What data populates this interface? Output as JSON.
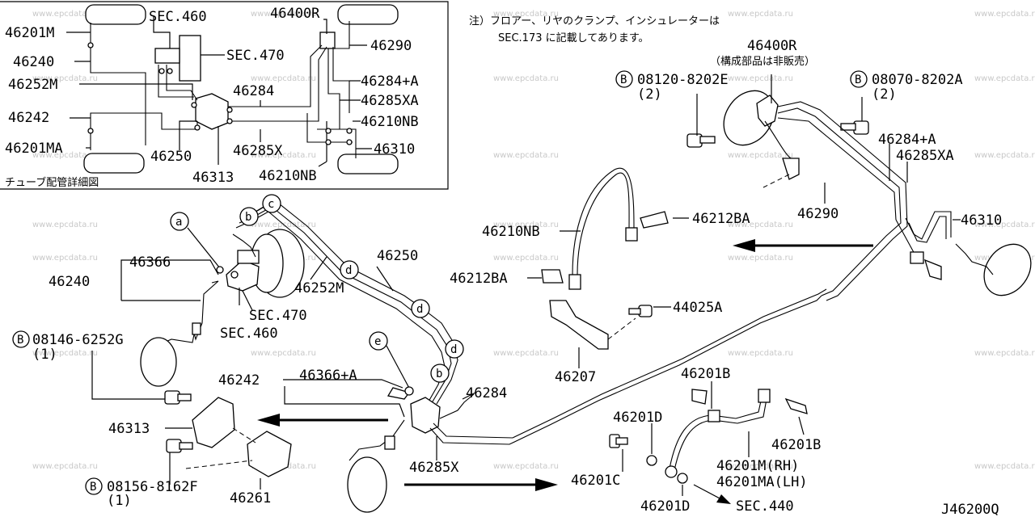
{
  "watermark": "www.epcdata.ru",
  "note": {
    "line1": "注）フロアー、リヤのクランプ、インシュレーターは",
    "line2": "SEC.173 に記載してあります。"
  },
  "inset": {
    "caption": "チューブ配管詳細図",
    "labels": {
      "p46201M": "46201M",
      "p46240": "46240",
      "p46252M": "46252M",
      "p46242": "46242",
      "p46201MA": "46201MA",
      "sec460": "SEC.460",
      "sec470": "SEC.470",
      "p46400R": "46400R",
      "p46290": "46290",
      "p46284": "46284",
      "p46284A": "46284+A",
      "p46285XA": "46285XA",
      "p46210NB": "46210NB",
      "p46285X": "46285X",
      "p46310": "46310",
      "p46250": "46250",
      "p46313": "46313",
      "p46210NB_b": "46210NB"
    }
  },
  "main": {
    "labels": {
      "p46400R": "46400R",
      "p46400R_note": "（構成部品は非販売）",
      "bolt1_code": "08120-8202E",
      "bolt1_qty": "(2)",
      "bolt2_code": "08070-8202A",
      "bolt2_qty": "(2)",
      "p46284A": "46284+A",
      "p46285XA": "46285XA",
      "p46310": "46310",
      "p46290": "46290",
      "p46212BA_top": "46212BA",
      "p46210NB": "46210NB",
      "p46212BA_left": "46212BA",
      "p44025A": "44025A",
      "p46207": "46207",
      "p46366": "46366",
      "p46240": "46240",
      "p46252M": "46252M",
      "p46250": "46250",
      "sec470": "SEC.470",
      "sec460": "SEC.460",
      "bolt3_code": "08146-6252G",
      "bolt3_qty": "(1)",
      "p46242": "46242",
      "p46366A": "46366+A",
      "p46284": "46284",
      "p46313": "46313",
      "p46285X": "46285X",
      "bolt4_code": "08156-8162F",
      "bolt4_qty": "(1)",
      "p46261": "46261",
      "p46201B_top": "46201B",
      "p46201D_top": "46201D",
      "p46201B_right": "46201B",
      "p46201M_rh": "46201M(RH)",
      "p46201MA_lh": "46201MA(LH)",
      "p46201C": "46201C",
      "p46201D_bottom": "46201D",
      "sec440": "SEC.440",
      "diagram_code": "J46200Q"
    },
    "callouts": {
      "a": "a",
      "b": "b",
      "c": "c",
      "d": "d",
      "e": "e",
      "B": "B"
    }
  }
}
